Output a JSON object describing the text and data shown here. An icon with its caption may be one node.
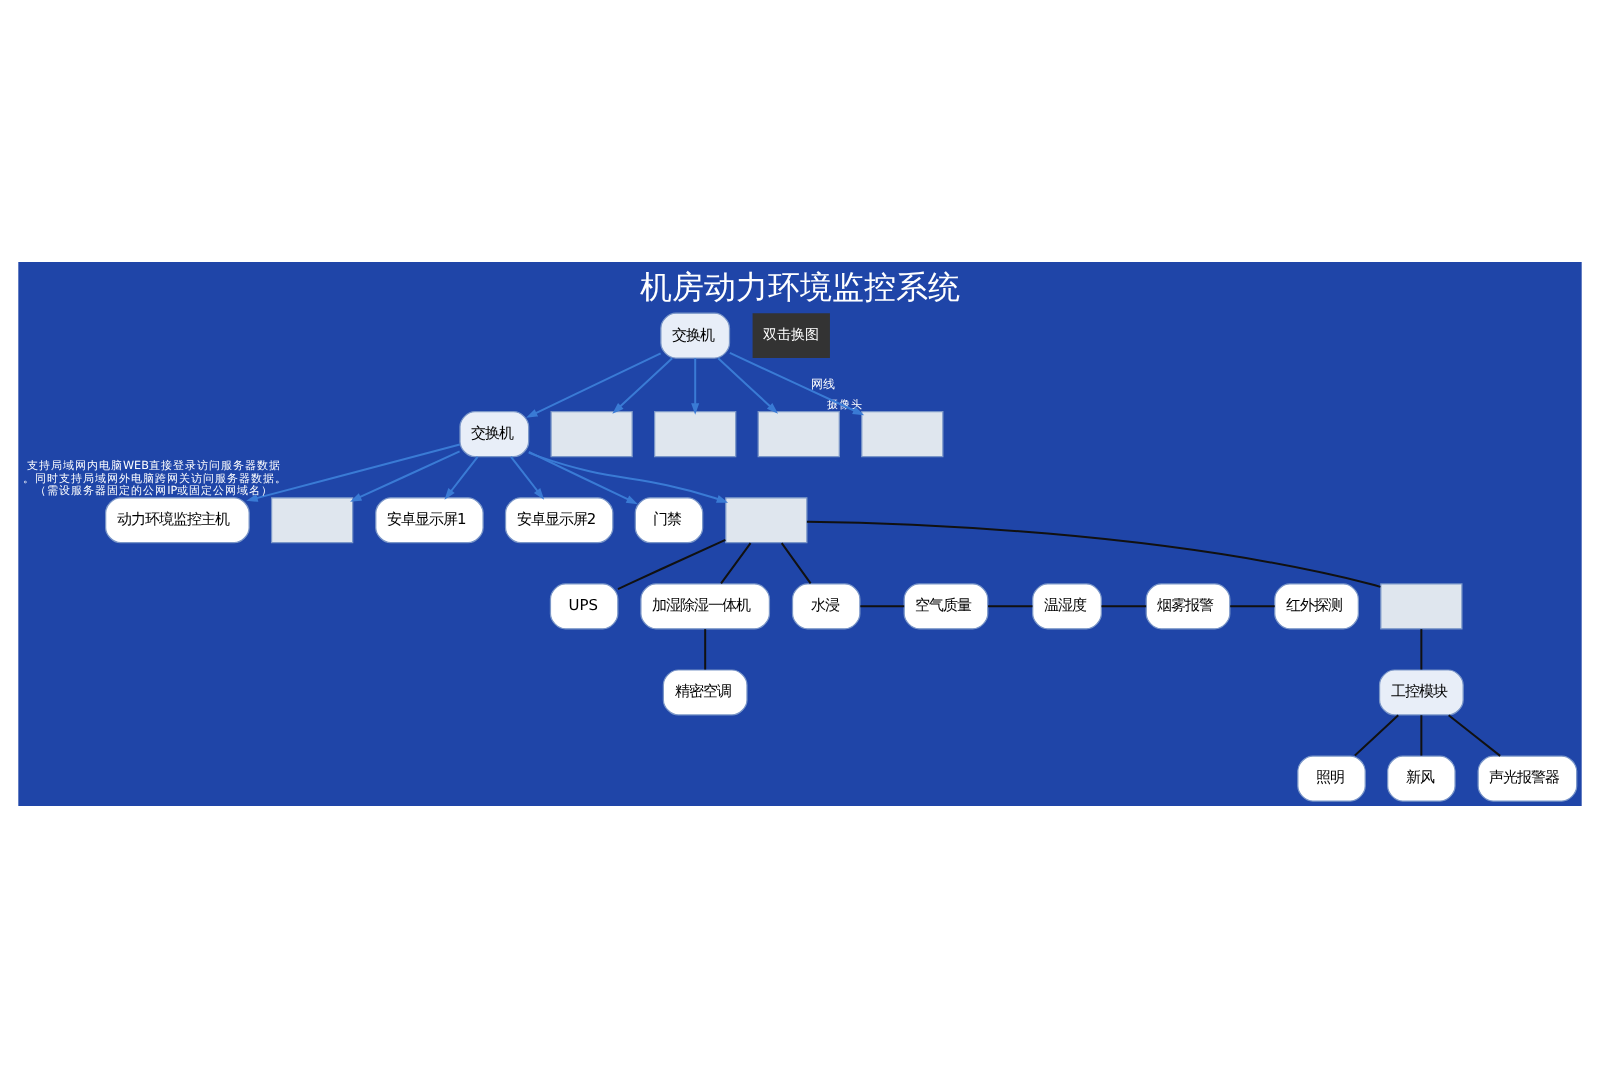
{
  "diagram": {
    "title": "机房动力环境监控系统",
    "nodes": [
      {
        "text": [
          "动力环境监控主机"
        ]
      },
      {
        "text": [
          "交换机"
        ]
      },
      {
        "text": [],
        "shape": "box",
        "beside": [
          "支持局域网内电脑WEB直接登录访问服务器数据。同时支持局域网外电脑跨网关访问服务器数据。（需设服务器固定的公网IP或固定公网域名）"
        ]
      },
      {
        "text": [
          "安卓显示屏1"
        ]
      },
      {
        "text": [
          "安卓显示屏2"
        ]
      },
      {
        "text": [
          "门禁"
        ]
      },
      {
        "text": [
          "交换机"
        ]
      },
      {
        "text": [],
        "shape": "box"
      },
      {
        "text": [],
        "shape": "box"
      },
      {
        "text": [],
        "shape": "box"
      },
      {
        "text": [],
        "shape": "box",
        "beside": [
          "摄像头"
        ]
      },
      {
        "text": [],
        "shape": "box"
      },
      {
        "text": [
          "UPS"
        ]
      },
      {
        "text": [
          "精密空调"
        ]
      },
      {
        "text": [
          "加湿除湿一体机"
        ]
      },
      {
        "text": [
          "水浸"
        ]
      },
      {
        "text": [
          "空气质量"
        ]
      },
      {
        "text": [
          "温湿度"
        ]
      },
      {
        "text": [
          "烟雾报警"
        ]
      },
      {
        "text": [
          "红外探测"
        ]
      },
      {
        "text": [],
        "shape": "box"
      },
      {
        "text": [
          "工控模块"
        ]
      },
      {
        "text": [
          "照明"
        ]
      },
      {
        "text": [
          "新风"
        ]
      },
      {
        "text": [
          "声光报警器"
        ]
      }
    ],
    "edges": [
      {
        "from": 1,
        "to": 0,
        "arrow": "to",
        "color": "#3a7bd5"
      },
      {
        "from": 1,
        "to": 2,
        "arrow": "to",
        "color": "#3a7bd5"
      },
      {
        "from": 1,
        "to": 3,
        "arrow": "to",
        "color": "#3a7bd5"
      },
      {
        "from": 1,
        "to": 4,
        "arrow": "to",
        "color": "#3a7bd5"
      },
      {
        "from": 1,
        "to": 5,
        "arrow": "to",
        "color": "#3a7bd5"
      },
      {
        "from": 6,
        "to": 1,
        "arrow": "to",
        "color": "#3a7bd5"
      },
      {
        "from": 6,
        "to": 7,
        "arrow": "to",
        "color": "#3a7bd5"
      },
      {
        "from": 6,
        "to": 8,
        "arrow": "to",
        "color": "#3a7bd5"
      },
      {
        "from": 6,
        "to": 9,
        "arrow": "to",
        "color": "#3a7bd5"
      },
      {
        "from": 6,
        "to": 10,
        "arrow": "to",
        "label": "网线",
        "color": "#3a7bd5"
      },
      {
        "from": 1,
        "to": 11,
        "arrow": "to",
        "color": "#3a7bd5"
      },
      {
        "from": 11,
        "to": 12,
        "arrow": "none"
      },
      {
        "from": 11,
        "to": 14,
        "arrow": "none"
      },
      {
        "from": 14,
        "to": 13,
        "arrow": "none"
      },
      {
        "from": 11,
        "to": 15,
        "arrow": "none"
      },
      {
        "from": 15,
        "to": 16,
        "arrow": "none"
      },
      {
        "from": 16,
        "to": 17,
        "arrow": "none"
      },
      {
        "from": 17,
        "to": 18,
        "arrow": "none"
      },
      {
        "from": 18,
        "to": 19,
        "arrow": "none"
      },
      {
        "from": 11,
        "to": 20,
        "arrow": "none"
      },
      {
        "from": 20,
        "to": 21,
        "arrow": "none"
      },
      {
        "from": 21,
        "to": 22,
        "arrow": "none"
      },
      {
        "from": 21,
        "to": 23,
        "arrow": "none"
      },
      {
        "from": 21,
        "to": 24,
        "arrow": "none"
      }
    ],
    "labels": [
      "双击换图"
    ]
  }
}
